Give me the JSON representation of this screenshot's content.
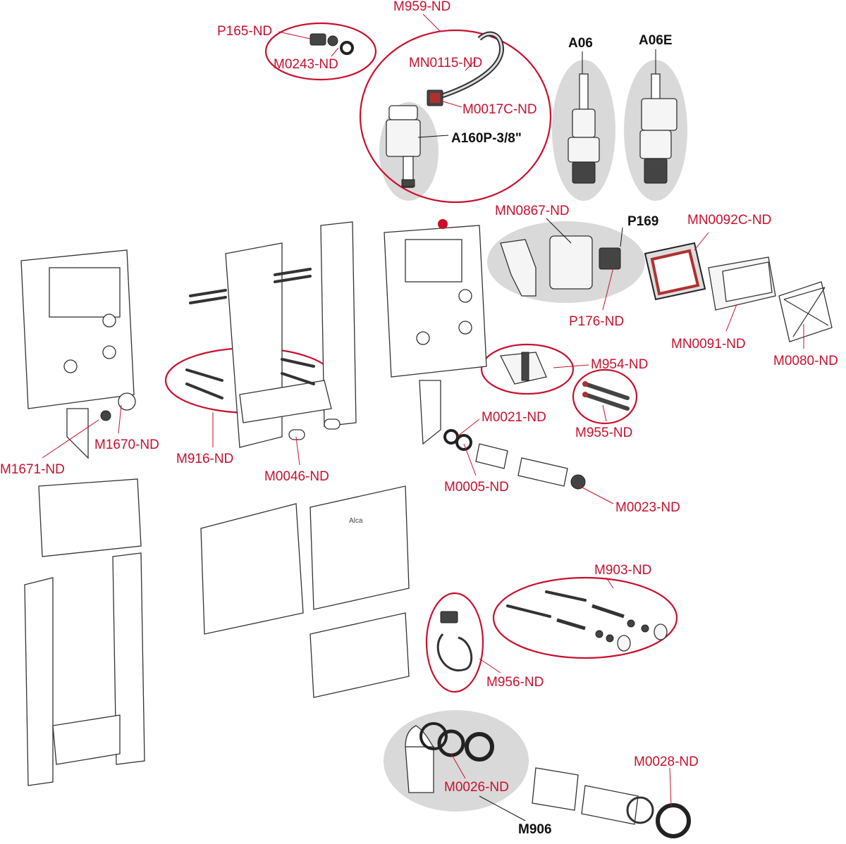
{
  "labels": {
    "p165": "P165-ND",
    "m0243": "M0243-ND",
    "m959": "M959-ND",
    "mn0115": "MN0115-ND",
    "m0017c": "M0017C-ND",
    "a160p": "A160P-3/8\"",
    "a06": "A06",
    "a06e": "A06E",
    "mn0867": "MN0867-ND",
    "p169": "P169",
    "mn0092c": "MN0092C-ND",
    "p176": "P176-ND",
    "mn0091": "MN0091-ND",
    "m0080": "M0080-ND",
    "m954": "M954-ND",
    "m955": "M955-ND",
    "m0021": "M0021-ND",
    "m0005": "M0005-ND",
    "m0023": "M0023-ND",
    "m1671": "M1671-ND",
    "m1670": "M1670-ND",
    "m916": "M916-ND",
    "m0046": "M0046-ND",
    "m903": "M903-ND",
    "m956": "M956-ND",
    "m0028": "M0028-ND",
    "m0026": "M0026-ND",
    "m906": "M906"
  },
  "logo_text": "Alca",
  "colors": {
    "label_red": "#c8102e",
    "label_black": "#111111",
    "highlight_grey": "#d9d9d9"
  }
}
